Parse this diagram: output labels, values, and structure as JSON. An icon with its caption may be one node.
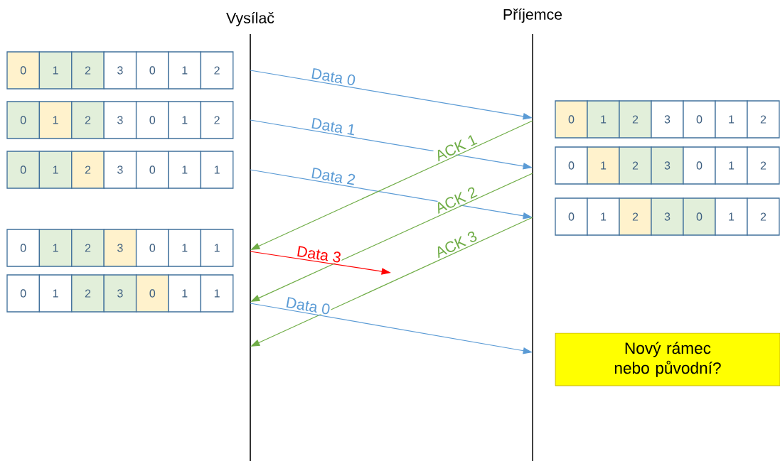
{
  "diagram": {
    "nodes": [
      {
        "text": [
          "Vysílač"
        ]
      },
      {
        "text": [
          "Příjemce"
        ]
      },
      {
        "text": [
          "0",
          "1",
          "2",
          "3",
          "0",
          "1",
          "2"
        ]
      },
      {
        "text": [
          "0",
          "1",
          "2",
          "3",
          "0",
          "1",
          "2"
        ]
      },
      {
        "text": [
          "0",
          "1",
          "2",
          "3",
          "0",
          "1",
          "1"
        ]
      },
      {
        "text": [
          "0",
          "1",
          "2",
          "3",
          "0",
          "1",
          "1"
        ]
      },
      {
        "text": [
          "0",
          "1",
          "2",
          "3",
          "0",
          "1",
          "1"
        ]
      },
      {
        "text": [
          "0",
          "1",
          "2",
          "3",
          "0",
          "1",
          "2"
        ]
      },
      {
        "text": [
          "0",
          "1",
          "2",
          "3",
          "0",
          "1",
          "2"
        ]
      },
      {
        "text": [
          "0",
          "1",
          "2",
          "3",
          "0",
          "1",
          "2"
        ]
      },
      {
        "text": [
          "Nový rámec nebo původní?"
        ]
      }
    ],
    "edges": [
      {
        "from": 0,
        "to": 1,
        "arrow": "to",
        "label": "Data 0"
      },
      {
        "from": 0,
        "to": 1,
        "arrow": "to",
        "label": "Data 1"
      },
      {
        "from": 0,
        "to": 1,
        "arrow": "to",
        "label": "Data 2"
      },
      {
        "from": 1,
        "to": 0,
        "arrow": "to",
        "label": "ACK 1",
        "color": "#70ad47"
      },
      {
        "from": 1,
        "to": 0,
        "arrow": "to",
        "label": "ACK 2",
        "color": "#70ad47"
      },
      {
        "from": 1,
        "to": 0,
        "arrow": "to",
        "label": "ACK 3",
        "color": "#70ad47"
      },
      {
        "from": 0,
        "to": null,
        "arrow": "to",
        "label": "Data 3",
        "color": "#ff0000"
      },
      {
        "from": 0,
        "to": 1,
        "arrow": "to",
        "label": "Data 0"
      }
    ]
  }
}
